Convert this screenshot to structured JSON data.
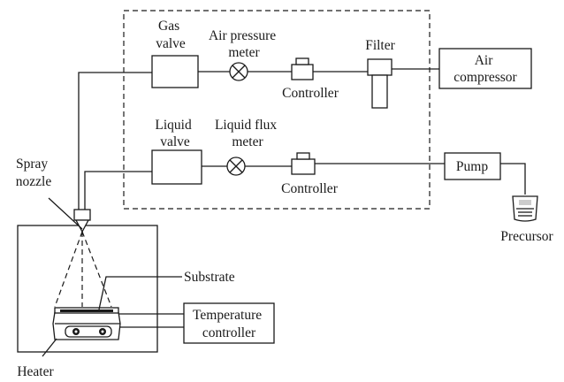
{
  "labels": {
    "gas_valve": [
      "Gas",
      "valve"
    ],
    "air_pressure_meter": [
      "Air pressure",
      "meter"
    ],
    "controller_top": "Controller",
    "filter": "Filter",
    "air_compressor": [
      "Air",
      "compressor"
    ],
    "liquid_valve": [
      "Liquid",
      "valve"
    ],
    "liquid_flux_meter": [
      "Liquid flux",
      "meter"
    ],
    "controller_bottom": "Controller",
    "pump": "Pump",
    "precursor": "Precursor",
    "spray_nozzle": [
      "Spray",
      "nozzle"
    ],
    "substrate": "Substrate",
    "temperature_controller": [
      "Temperature",
      "controller"
    ],
    "heater": "Heater"
  }
}
